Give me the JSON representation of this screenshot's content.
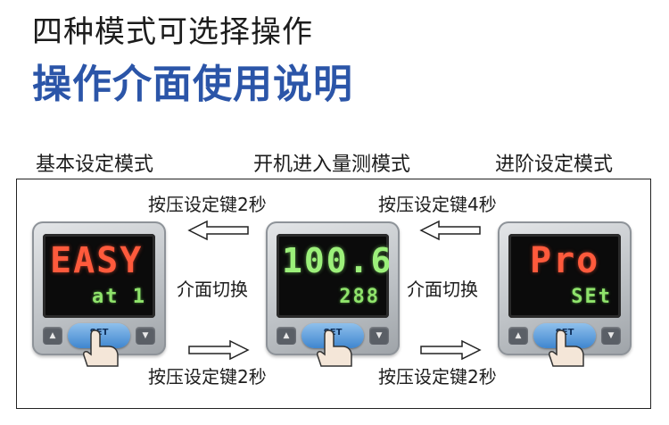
{
  "header": {
    "title_top": "四种模式可选择操作",
    "title_main": "操作介面使用说明"
  },
  "modes": {
    "left_label": "基本设定模式",
    "center_label": "开机进入量测模式",
    "right_label": "进阶设定模式"
  },
  "captions": {
    "top_left": "按压设定键2秒",
    "top_right": "按压设定键4秒",
    "mid_left": "介面切换",
    "mid_right": "介面切换",
    "bottom_left": "按压设定键2秒",
    "bottom_right": "按压设定键2秒"
  },
  "devices": {
    "left": {
      "main": "EASY",
      "sub": "at 1",
      "set": "SET"
    },
    "center": {
      "main": "100.6",
      "sub": "288",
      "set": "SET"
    },
    "right": {
      "main": "Pro",
      "sub": "SEt",
      "set": "SET"
    }
  },
  "colors": {
    "title_accent": "#2b55a8",
    "seg_red": "#ff5a3c",
    "seg_green": "#9cf07a",
    "set_button": "#3f86cf"
  },
  "icons": {
    "arrow_left": "arrow-left-icon",
    "arrow_right": "arrow-right-icon",
    "hand": "pointing-hand-icon",
    "side_buttons": "triangle-icon"
  }
}
